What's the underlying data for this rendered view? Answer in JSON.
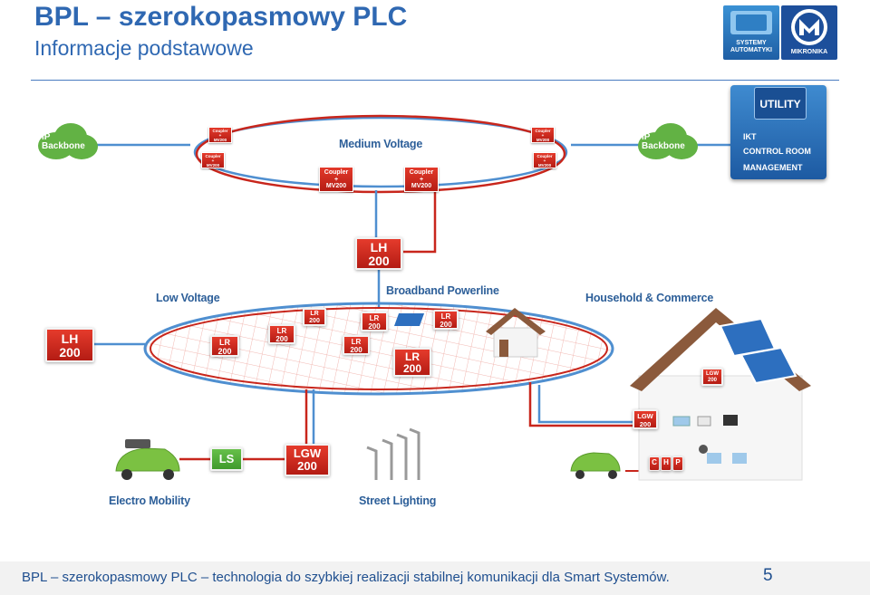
{
  "slide": {
    "title": "BPL – szerokopasmowy PLC",
    "subtitle": "Informacje podstawowe",
    "footer": "BPL – szerokopasmowy PLC – technologia do szybkiej realizacji stabilnej komunikacji dla Smart Systemów.",
    "page_number": "5"
  },
  "logos": {
    "systemy_line1": "SYSTEMY",
    "systemy_line2": "AUTOMATYKI",
    "mikronika": "MIKRONIKA"
  },
  "diagram": {
    "labels": {
      "medium_voltage": "Medium Voltage",
      "low_voltage": "Low Voltage",
      "broadband_powerline": "Broadband Powerline",
      "household": "Household & Commerce",
      "electro_mobility": "Electro Mobility",
      "street_lighting": "Street Lighting"
    },
    "clouds": {
      "left_l1": "IP",
      "left_l2": "Backbone",
      "right_l1": "IP",
      "right_l2": "Backbone"
    },
    "utility": {
      "title": "UTILITY",
      "l1": "IKT",
      "l2": "CONTROL ROOM",
      "l3": "MANAGEMENT"
    },
    "coupler": {
      "l1": "Coupler",
      "l2": "+",
      "l3": "MV200"
    },
    "devices": {
      "lh": "LH",
      "lh_num": "200",
      "lr": "LR",
      "lr_num": "200",
      "lgw": "LGW",
      "lgw_num": "200",
      "ls": "LS",
      "chp_c": "C",
      "chp_h": "H",
      "chp_p": "P"
    },
    "colors": {
      "red": "#c8261c",
      "blue": "#4f8fd0",
      "green": "#5bb33f",
      "brand_blue": "#2f68b2"
    }
  }
}
